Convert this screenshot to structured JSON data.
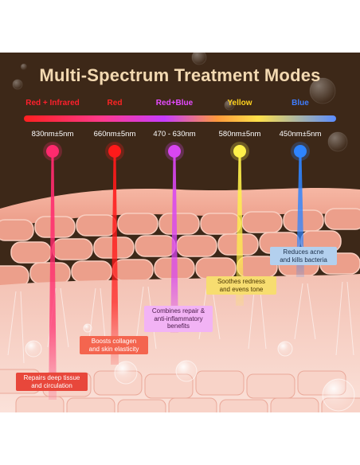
{
  "title": "Multi-Spectrum Treatment Modes",
  "modes": [
    {
      "name": "Red + Infrared",
      "spec": "830nm±5nm",
      "color": "#ff1f2c",
      "dot": "#ff2a6e",
      "benefit": [
        "Repairs deep tissue",
        "and circulation"
      ],
      "benefit_bg": "#e8473b",
      "benefit_text": "#ffffff"
    },
    {
      "name": "Red",
      "spec": "660nm±5nm",
      "color": "#ff2424",
      "dot": "#ff1a1a",
      "benefit": [
        "Boosts collagen",
        "and skin elasticity"
      ],
      "benefit_bg": "#f4654f",
      "benefit_text": "#ffffff"
    },
    {
      "name": "Red+Blue",
      "spec": "470 - 630nm",
      "color": "#e64bff",
      "dot": "#d846f2",
      "benefit": [
        "Combines repair &",
        "anti-inflammatory",
        "benefits"
      ],
      "benefit_bg": "#f2b3f5",
      "benefit_text": "#4a1a4a"
    },
    {
      "name": "Yellow",
      "spec": "580nm±5nm",
      "color": "#ffd21f",
      "dot": "#fff04a",
      "benefit": [
        "Soothes redness",
        "and evens tone"
      ],
      "benefit_bg": "#f7dd70",
      "benefit_text": "#4a3500"
    },
    {
      "name": "Blue",
      "spec": "450nm±5nm",
      "color": "#3f7dff",
      "dot": "#2e84ff",
      "benefit": [
        "Reduces acne",
        "and kills bacteria"
      ],
      "benefit_bg": "#b3d0ee",
      "benefit_text": "#1a2f4a"
    }
  ],
  "colors": {
    "background": "#3d2818",
    "title": "#f3d9b1",
    "spectrum": [
      "#ff2020",
      "#ff3a8c",
      "#c73cff",
      "#ff9a3c",
      "#ffe14a",
      "#5a8cff"
    ]
  }
}
